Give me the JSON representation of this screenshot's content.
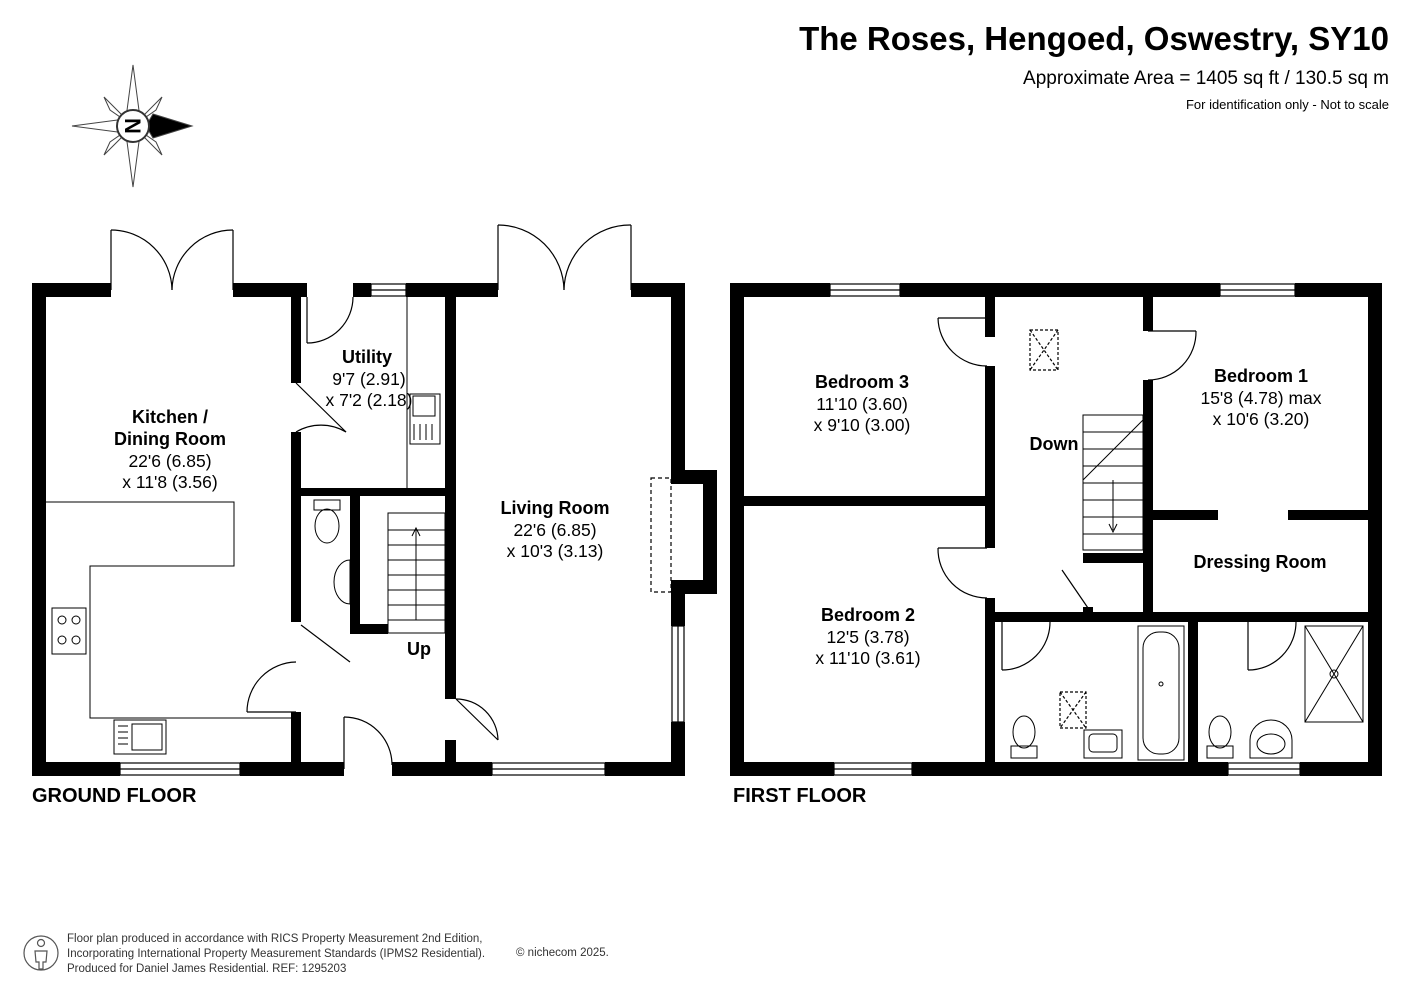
{
  "header": {
    "title": "The Roses, Hengoed, Oswestry, SY10",
    "area": "Approximate Area = 1405 sq ft / 130.5 sq m",
    "note": "For identification only - Not to scale"
  },
  "compass": {
    "letter": "N",
    "icon": "compass-rose-icon"
  },
  "ground_floor": {
    "label": "GROUND FLOOR",
    "rooms": [
      {
        "name1": "Kitchen /",
        "name2": "Dining Room",
        "dim1": "22'6 (6.85)",
        "dim2": "x 11'8 (3.56)"
      },
      {
        "name": "Utility",
        "dim1": "9'7 (2.91)",
        "dim2": "x 7'2 (2.18)"
      },
      {
        "name": "Living Room",
        "dim1": "22'6 (6.85)",
        "dim2": "x 10'3 (3.13)"
      }
    ],
    "stairs_label": "Up"
  },
  "first_floor": {
    "label": "FIRST FLOOR",
    "rooms": [
      {
        "name": "Bedroom 3",
        "dim1": "11'10 (3.60)",
        "dim2": "x 9'10 (3.00)"
      },
      {
        "name": "Bedroom 2",
        "dim1": "12'5 (3.78)",
        "dim2": "x 11'10 (3.61)"
      },
      {
        "name": "Bedroom 1",
        "dim1": "15'8 (4.78) max",
        "dim2": "x 10'6 (3.20)"
      },
      {
        "name": "Dressing Room"
      }
    ],
    "stairs_label": "Down"
  },
  "footer": {
    "line1": "Floor plan produced in accordance with RICS Property Measurement 2nd Edition,",
    "line2": "Incorporating International Property Measurement Standards (IPMS2 Residential).",
    "line3": "Produced for Daniel James Residential.   REF:  1295203",
    "copyright": "© nichecom 2025."
  },
  "colors": {
    "wall": "#000000",
    "background": "#ffffff",
    "fixture": "#555555"
  }
}
